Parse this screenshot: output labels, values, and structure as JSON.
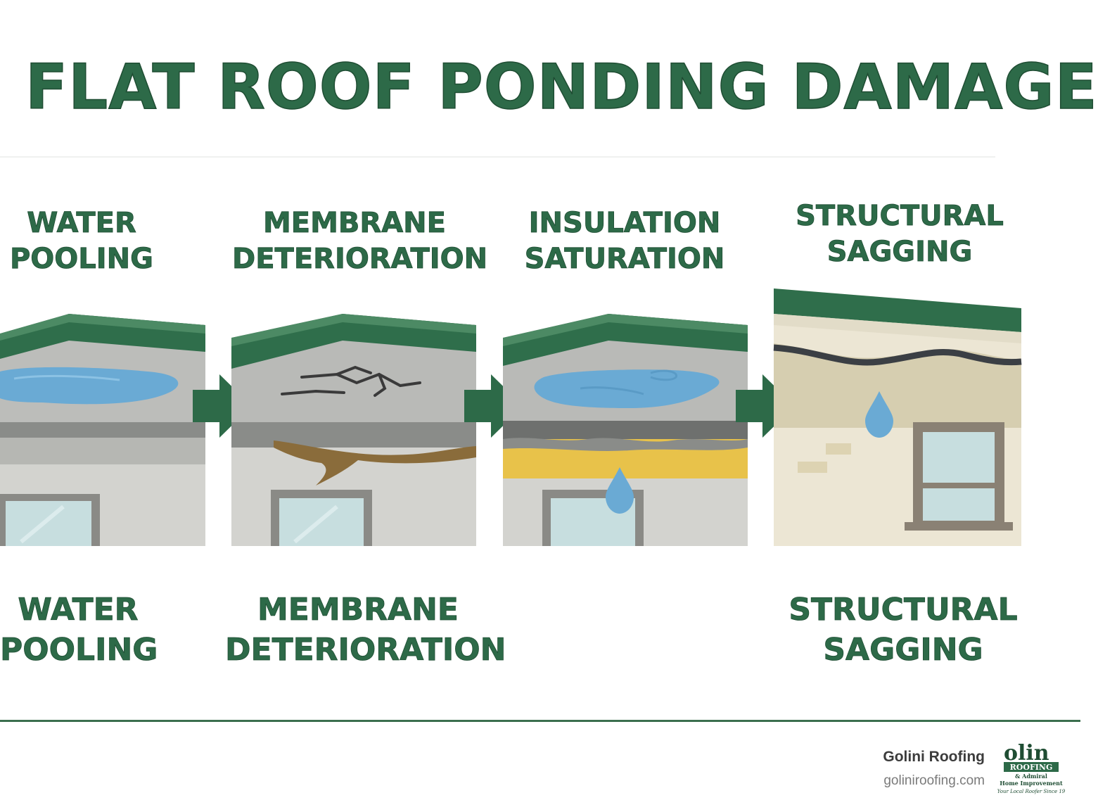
{
  "title": "FLAT ROOF PONDING DAMAGE",
  "stages": [
    {
      "line1": "WATER",
      "line2": "POOLING"
    },
    {
      "line1": "MEMBRANE",
      "line2": "DETERIORATION"
    },
    {
      "line1": "INSULATION",
      "line2": "SATURATION"
    },
    {
      "line1": "STRUCTURAL",
      "line2": "SAGGING"
    }
  ],
  "bottom_labels": [
    {
      "line1": "WATER",
      "line2": "POOLING"
    },
    {
      "line1": "MEMBRANE",
      "line2": "DETERIORATION"
    },
    {
      "line1": "STRUCTURAL",
      "line2": "SAGGING"
    }
  ],
  "footer": {
    "brand": "Golini Roofing",
    "url": "goliniroofing.com",
    "logo_text": {
      "name": "olin",
      "badge": "ROOFING",
      "line1": "& Admiral",
      "line2": "Home Improvement",
      "tagline": "Your Local Roofer Since 19"
    }
  },
  "colors": {
    "green": "#2d6a48",
    "water": "#6aaad4",
    "roof_gray": "#b9bab7",
    "wall_gray": "#d3d3cf",
    "insulation": "#e8c24a"
  }
}
